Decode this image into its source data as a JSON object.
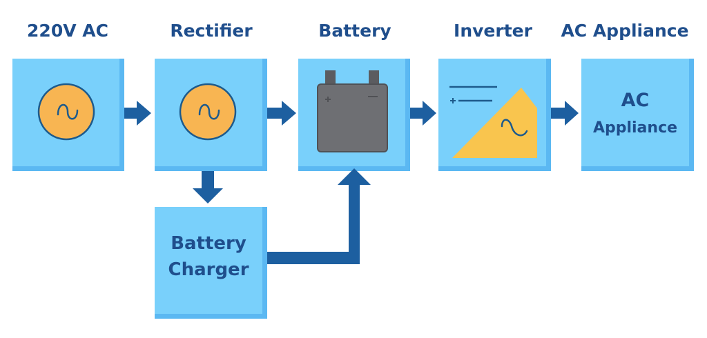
{
  "diagram": {
    "titles": {
      "ac_source": "220V AC",
      "rectifier": "Rectifier",
      "battery": "Battery",
      "inverter": "Inverter",
      "appliance": "AC Appliance"
    },
    "boxes": {
      "appliance_line1": "AC",
      "appliance_line2": "Appliance",
      "charger_line1": "Battery",
      "charger_line2": "Charger"
    },
    "icons": {
      "ac_source": "ac-sine-circle-icon",
      "rectifier": "ac-sine-circle-icon",
      "battery": "battery-icon",
      "inverter": "dc-to-ac-inverter-icon"
    },
    "colors": {
      "title_text": "#1f4e8c",
      "box_fill": "#79d0fb",
      "box_shade": "#5bb8f2",
      "arrow": "#1d5fa0",
      "circle_fill": "#f8b552",
      "battery_body": "#6e6f73",
      "inverter_triangle": "#f9c54e"
    },
    "flow": [
      {
        "from": "220V AC",
        "to": "Rectifier"
      },
      {
        "from": "Rectifier",
        "to": "Battery"
      },
      {
        "from": "Battery",
        "to": "Inverter"
      },
      {
        "from": "Inverter",
        "to": "AC Appliance"
      },
      {
        "from": "Rectifier",
        "to": "Battery Charger"
      },
      {
        "from": "Battery Charger",
        "to": "Battery"
      }
    ]
  }
}
